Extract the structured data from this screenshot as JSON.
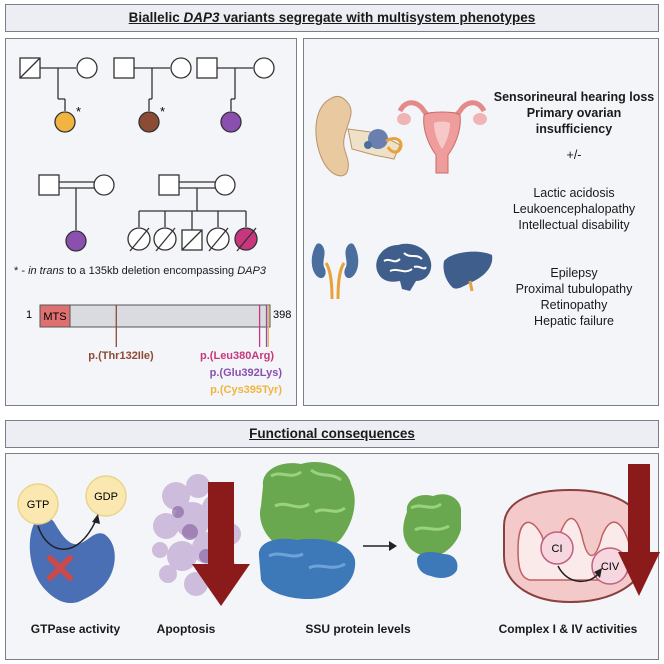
{
  "header": {
    "title_pre": "Biallelic ",
    "title_gene": "DAP3",
    "title_post": " variants segregate with multisystem phenotypes"
  },
  "pedigrees": {
    "note_star": "* - ",
    "note_italic": "in trans",
    "note_mid": " to a 135kb deletion encompassing ",
    "note_gene": "DAP3",
    "star": "*",
    "affected_colors": [
      "#f2b441",
      "#8b4b35",
      "#8b4fb0",
      "#8b4fb0",
      "#c8377d"
    ]
  },
  "protein": {
    "start": "1",
    "end": "398",
    "domain_label": "MTS",
    "variants": [
      {
        "label": "p.(Thr132Ile)",
        "color": "#8b4b35",
        "position": 132
      },
      {
        "label": "p.(Leu380Arg)",
        "color": "#c8377d",
        "position": 380
      },
      {
        "label": "p.(Glu392Lys)",
        "color": "#8b4fb0",
        "position": 392
      },
      {
        "label": "p.(Cys395Tyr)",
        "color": "#f2b441",
        "position": 395
      }
    ]
  },
  "phenotypes": {
    "primary": [
      "Sensorineural hearing loss",
      "Primary ovarian insufficiency"
    ],
    "separator": "+/-",
    "group1": [
      "Lactic acidosis",
      "Leukoencephalopathy",
      "Intellectual disability"
    ],
    "group2": [
      "Epilepsy",
      "Proximal tubulopathy",
      "Retinopathy",
      "Hepatic failure"
    ]
  },
  "functional": {
    "title": "Functional consequences",
    "gtpase": {
      "label": "GTPase activity",
      "gtp": "GTP",
      "gdp": "GDP"
    },
    "apoptosis": {
      "label": "Apoptosis"
    },
    "ssu": {
      "label": "SSU protein levels"
    },
    "complex": {
      "label": "Complex I & IV activities",
      "ci": "CI",
      "civ": "CIV"
    }
  },
  "colors": {
    "arrow_red": "#8b1a1a",
    "protein_blue": "#4a6fb5",
    "ssu_green": "#6aa84f",
    "ssu_blue": "#3d78b8",
    "mito_pink": "#f3c9c9",
    "ear_tan": "#e8c9a0",
    "organ_blue": "#4a6e9e"
  }
}
